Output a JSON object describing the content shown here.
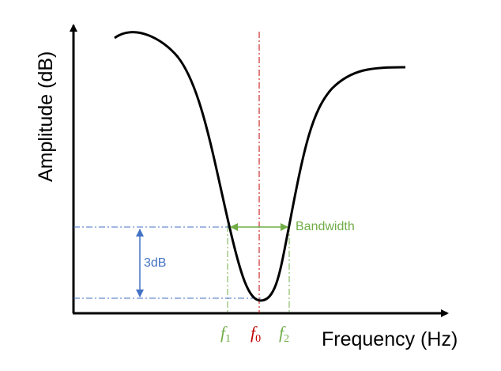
{
  "diagram": {
    "axes": {
      "y_label": "Amplitude (dB)",
      "x_label": "Frequency (Hz)"
    },
    "annotations": {
      "bandwidth": "Bandwidth",
      "depth": "3dB"
    },
    "markers": {
      "f1": {
        "symbol": "f",
        "sub": "1"
      },
      "f0": {
        "symbol": "f",
        "sub": "0"
      },
      "f2": {
        "symbol": "f",
        "sub": "2"
      }
    },
    "colors": {
      "curve": "#000000",
      "center": "#c00000",
      "bandwidth": "#70ad47",
      "depth": "#4472c4"
    }
  }
}
